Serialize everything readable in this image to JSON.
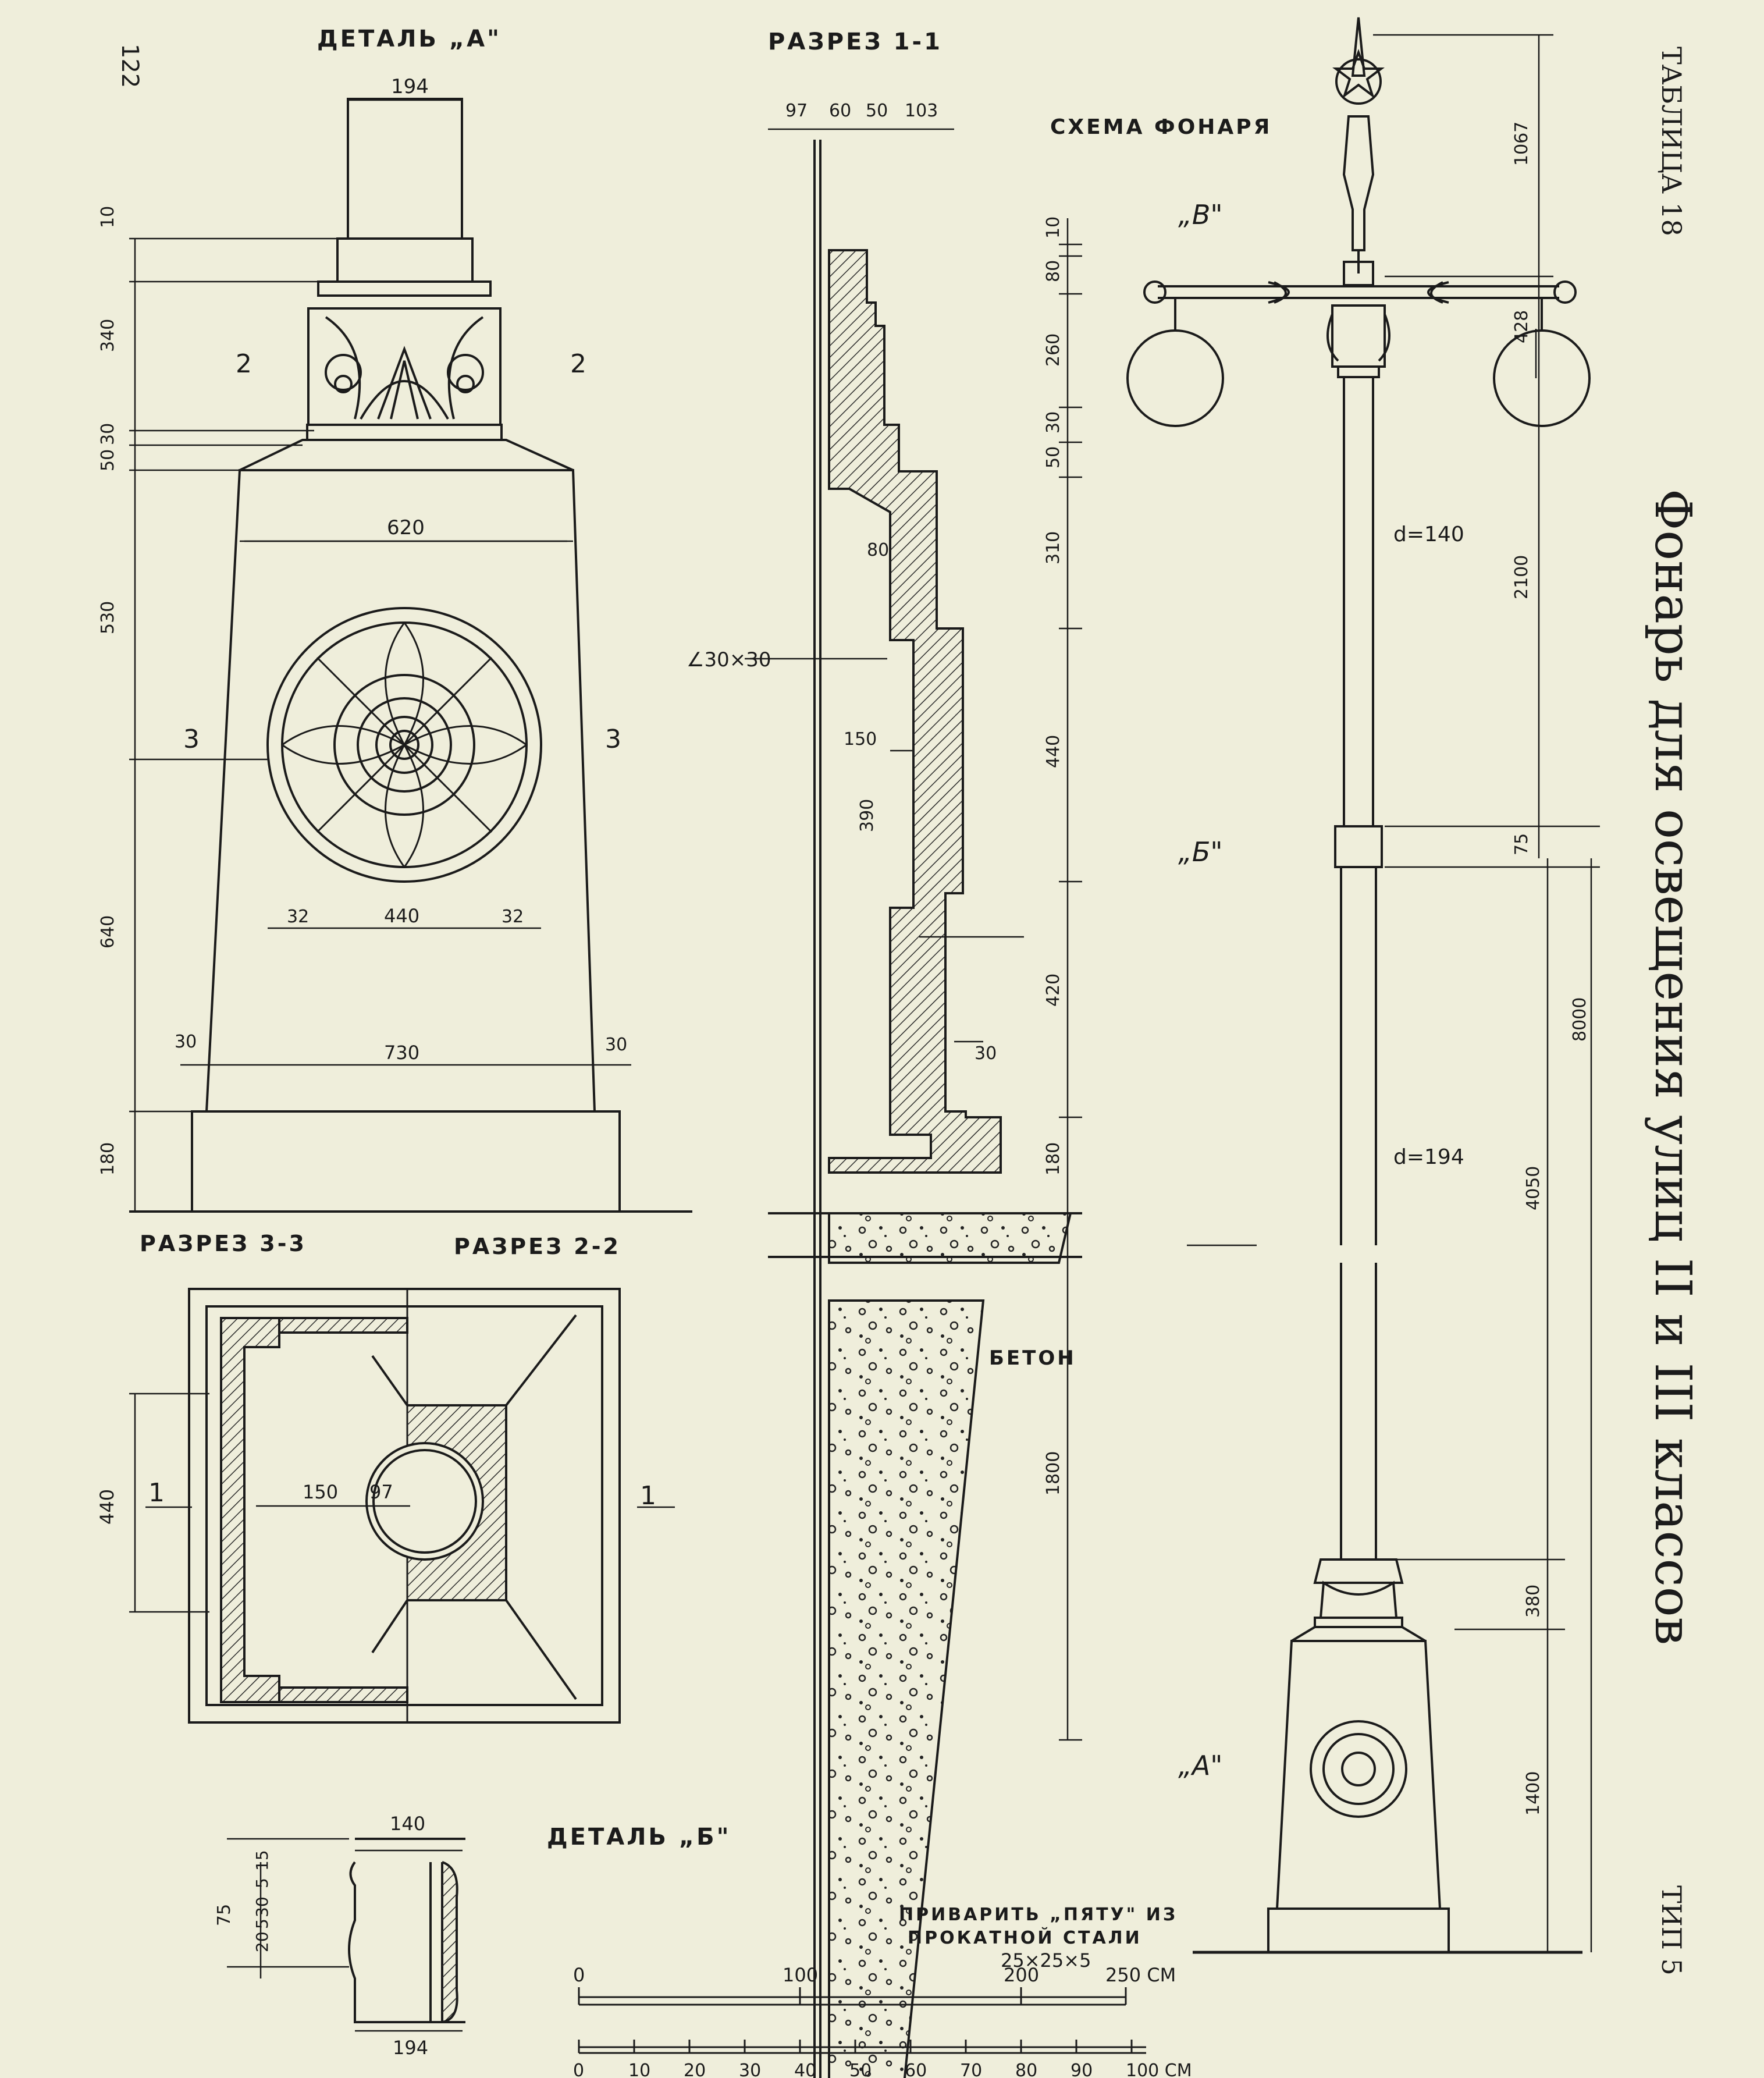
{
  "page_number": "122",
  "headings": {
    "detail_a": "ДЕТАЛЬ „А\"",
    "section_1": "РАЗРЕЗ 1-1",
    "scheme": "СХЕМА ФОНАРЯ",
    "section_3": "РАЗРЕЗ 3-3",
    "section_2": "РАЗРЕЗ 2-2",
    "detail_b": "ДЕТАЛЬ „Б\""
  },
  "side_text": {
    "table": "ТАБЛИЦА 18",
    "title": "Фонарь для освещения улиц II и III классов",
    "type": "ТИП 5"
  },
  "callouts": {
    "v": "„В\"",
    "b": "„Б\"",
    "a": "„А\"",
    "concrete": "БЕТОН",
    "angle": "∠30×30",
    "weld_1": "ПРИВАРИТЬ „ПЯТУ\" ИЗ",
    "weld_2": "ПРОКАТНОЙ СТАЛИ",
    "weld_3": "25×25×5",
    "d_top": "d=140",
    "d_bottom": "d=194"
  },
  "section_marks": {
    "s2l": "2",
    "s2r": "2",
    "s3l": "3",
    "s3r": "3",
    "s1l": "1",
    "s1r": "1"
  },
  "dims_a": {
    "top_w": "194",
    "base_w": "620",
    "ring_w": "440",
    "ring_l": "32",
    "ring_r": "32",
    "plinth_w": "730",
    "off_l": "30",
    "off_r": "30",
    "v10": "10",
    "v340": "340",
    "v30": "30",
    "v50": "50",
    "v530": "530",
    "v640": "640",
    "v180": "180"
  },
  "dims_s1": {
    "h97": "97",
    "h60": "60",
    "h50": "50",
    "h103": "103",
    "v10": "10",
    "v80": "80",
    "v260": "260",
    "v30": "30",
    "v50": "50",
    "v310": "310",
    "v440": "440",
    "v420": "420",
    "v180": "180",
    "v1800": "1800",
    "i80": "80",
    "i150": "150",
    "i390": "390",
    "i30": "30"
  },
  "dims_scheme": {
    "v1067": "1067",
    "v428": "428",
    "v2100": "2100",
    "v75": "75",
    "v8000": "8000",
    "v4050": "4050",
    "v380": "380",
    "v1400": "1400"
  },
  "dims_33": {
    "v440": "440",
    "h150": "150",
    "h97": "97"
  },
  "dims_b": {
    "w140": "140",
    "w194": "194",
    "v15": "15",
    "v5a": "5",
    "v30": "30",
    "v5b": "5",
    "v20": "20",
    "v75": "75"
  },
  "scale1": {
    "t0": "0",
    "t100": "100",
    "t200": "200",
    "t250": "250 СМ"
  },
  "scale2": [
    "0",
    "10",
    "20",
    "30",
    "40",
    "50",
    "60",
    "70",
    "80",
    "90",
    "100 СМ"
  ]
}
